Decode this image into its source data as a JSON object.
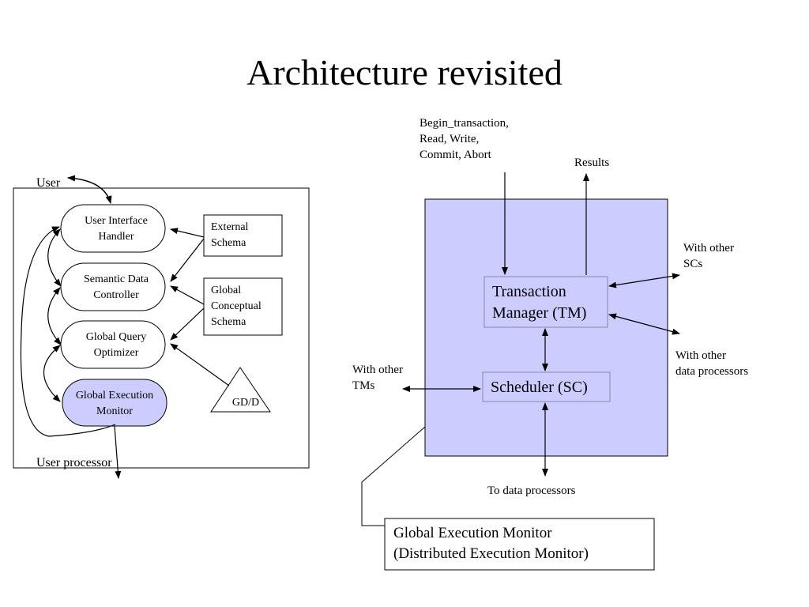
{
  "title": "Architecture revisited",
  "left": {
    "user_label": "User",
    "user_processor_label": "User processor",
    "components": [
      {
        "line1": "User Interface",
        "line2": "Handler"
      },
      {
        "line1": "Semantic Data",
        "line2": "Controller"
      },
      {
        "line1": "Global Query",
        "line2": "Optimizer"
      },
      {
        "line1": "Global Execution",
        "line2": "Monitor"
      }
    ],
    "external_schema": {
      "line1": "External",
      "line2": "Schema"
    },
    "global_conceptual_schema": {
      "line1": "Global",
      "line2": "Conceptual",
      "line3": "Schema"
    },
    "gdd": "GD/D"
  },
  "right": {
    "ops": {
      "line1": "Begin_transaction,",
      "line2": "Read, Write,",
      "line3": "Commit, Abort"
    },
    "results": "Results",
    "tm": {
      "line1": "Transaction",
      "line2": "Manager (TM)"
    },
    "sc": "Scheduler (SC)",
    "with_other_scs": {
      "line1": "With other",
      "line2": "SCs"
    },
    "with_other_dp": {
      "line1": "With other",
      "line2": "data processors"
    },
    "with_other_tms": {
      "line1": "With other",
      "line2": "TMs"
    },
    "to_dp": "To data processors",
    "gem": {
      "line1": "Global Execution Monitor",
      "line2": "(Distributed Execution Monitor)"
    }
  },
  "colors": {
    "fill": "#ccccff",
    "inner_border": "#8888aa"
  }
}
